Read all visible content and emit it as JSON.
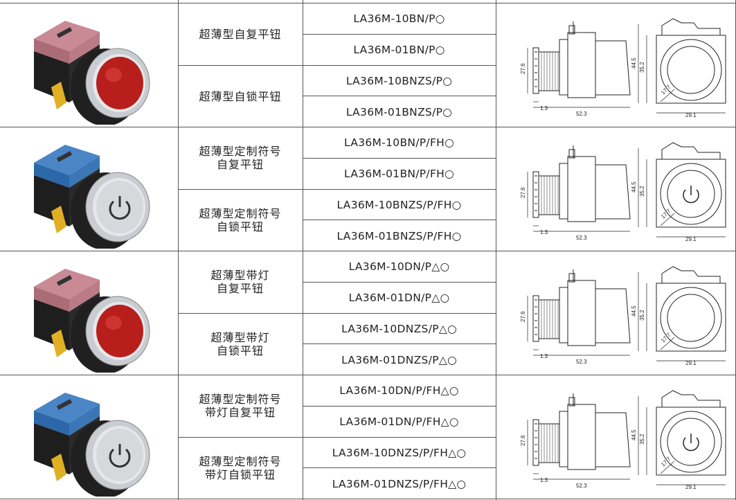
{
  "rows": [
    {
      "switch_color": "pink",
      "button": "red",
      "groups": [
        {
          "series": "超薄型自复平钮",
          "models": [
            "LA36M-10BN/P○",
            "LA36M-01BN/P○"
          ]
        },
        {
          "series": "超薄型自锁平钮",
          "models": [
            "LA36M-10BNZS/P○",
            "LA36M-01BNZS/P○"
          ]
        }
      ],
      "face_symbol": false,
      "dims": {
        "a": "27.6",
        "b": "1.3",
        "c": "52.3",
        "d": "35.2",
        "e": "44.5",
        "f": "17.7",
        "g": "29.1"
      }
    },
    {
      "switch_color": "blue",
      "button": "power-symbol",
      "groups": [
        {
          "series": "超薄型定制符号\n自复平钮",
          "models": [
            "LA36M-10BN/P/FH○",
            "LA36M-01BN/P/FH○"
          ]
        },
        {
          "series": "超薄型定制符号\n自锁平钮",
          "models": [
            "LA36M-10BNZS/P/FH○",
            "LA36M-01BNZS/P/FH○"
          ]
        }
      ],
      "face_symbol": true,
      "dims": {
        "a": "27.6",
        "b": "1.3",
        "c": "52.3",
        "d": "35.2",
        "e": "44.5",
        "f": "17.7",
        "g": "29.1"
      }
    },
    {
      "switch_color": "pink",
      "button": "red",
      "groups": [
        {
          "series": "超薄型带灯\n自复平钮",
          "models": [
            "LA36M-10DN/P△○",
            "LA36M-01DN/P△○"
          ]
        },
        {
          "series": "超薄型带灯\n自锁平钮",
          "models": [
            "LA36M-10DNZS/P△○",
            "LA36M-01DNZS/P△○"
          ]
        }
      ],
      "face_symbol": false,
      "dims": {
        "a": "27.6",
        "b": "1.3",
        "c": "52.3",
        "d": "35.2",
        "e": "44.5",
        "f": "17.7",
        "g": "29.1"
      }
    },
    {
      "switch_color": "blue",
      "button": "power-symbol",
      "groups": [
        {
          "series": "超薄型定制符号\n带灯自复平钮",
          "models": [
            "LA36M-10DN/P/FH△○",
            "LA36M-01DN/P/FH△○"
          ]
        },
        {
          "series": "超薄型定制符号\n带灯自锁平钮",
          "models": [
            "LA36M-10DNZS/P/FH△○",
            "LA36M-01DNZS/P/FH△○"
          ]
        }
      ],
      "face_symbol": true,
      "dims": {
        "a": "27.6",
        "b": "1.3",
        "c": "52.3",
        "d": "35.2",
        "e": "44.5",
        "f": "17.7",
        "g": "29.1"
      }
    }
  ],
  "colors": {
    "pink": "#c98a96",
    "blue": "#4a86c6",
    "red": "#b81f1c",
    "grid": "#555555",
    "metal": "#c9ccd0"
  }
}
